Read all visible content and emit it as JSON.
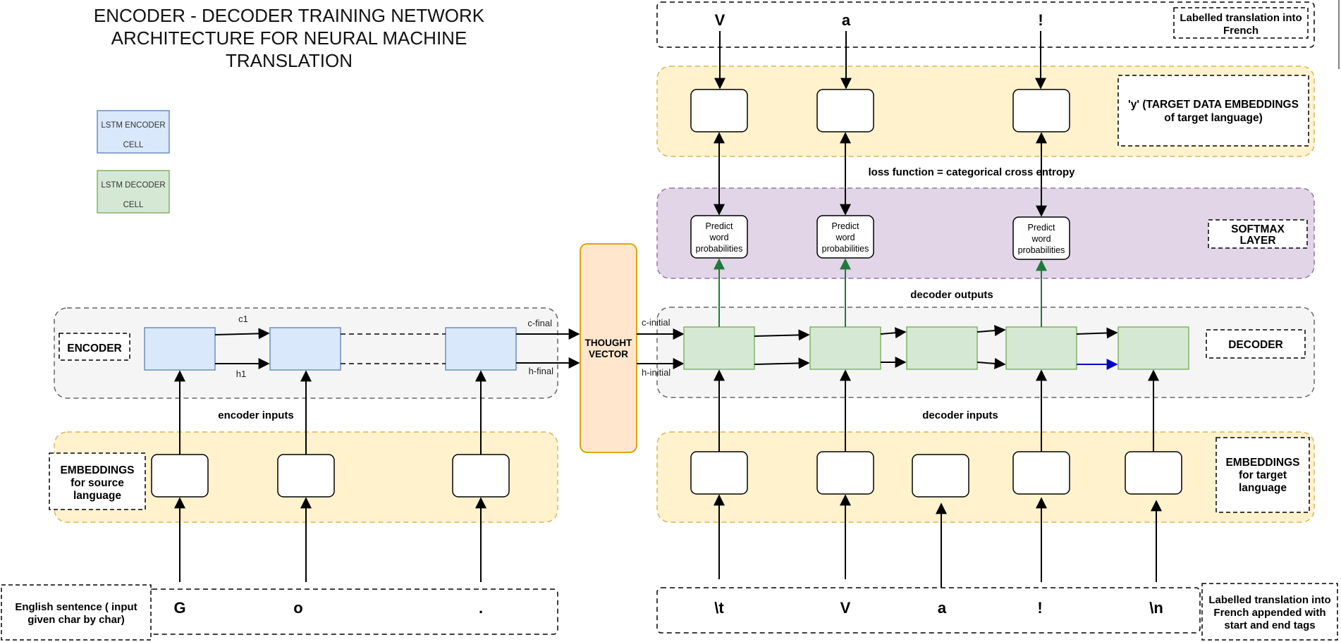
{
  "title": {
    "line1": "ENCODER - DECODER TRAINING NETWORK",
    "line2": "ARCHITECTURE FOR NEURAL MACHINE",
    "line3": "TRANSLATION"
  },
  "legend": {
    "encoder_cell": {
      "line1": "LSTM ENCODER",
      "line2": "CELL",
      "fill": "#dae8fc",
      "stroke": "#6c8ebf"
    },
    "decoder_cell": {
      "line1": "LSTM DECODER",
      "line2": "CELL",
      "fill": "#d5e8d4",
      "stroke": "#82b366"
    }
  },
  "encoder": {
    "label": "ENCODER",
    "inputs_label": "encoder inputs",
    "c1": "c1",
    "h1": "h1",
    "c_final": "c-final",
    "h_final": "h-final",
    "embeddings": {
      "line1": "EMBEDDINGS",
      "line2": "for source",
      "line3": "language"
    },
    "source": {
      "line1": "English sentence ( input",
      "line2": "given char by char)"
    },
    "chars": [
      "G",
      "o",
      "."
    ]
  },
  "thought_vector": {
    "line1": "THOUGHT",
    "line2": "VECTOR",
    "fill": "#ffe6cc",
    "stroke": "#d79b00"
  },
  "decoder": {
    "label": "DECODER",
    "inputs_label": "decoder inputs",
    "outputs_label": "decoder outputs",
    "c_initial": "c-initial",
    "h_initial": "h-initial",
    "embeddings": {
      "line1": "EMBEDDINGS",
      "line2": "for target",
      "line3": "language"
    },
    "input_chars": [
      "\\t",
      "V",
      "a",
      "!",
      "\\n"
    ],
    "input_caption": {
      "line1": "Labelled translation into",
      "line2": "French appended with",
      "line3": "start and end tags"
    }
  },
  "softmax": {
    "label_line1": "SOFTMAX",
    "label_line2": "LAYER",
    "predict": {
      "line1": "Predict",
      "line2": "word",
      "line3": "probabilities"
    }
  },
  "loss": "loss function = categorical cross entropy",
  "target": {
    "label_line1": "'y' (TARGET DATA EMBEDDINGS",
    "label_line2": "of target language)",
    "output_chars": [
      "V",
      "a",
      "!"
    ],
    "caption_line1": "Labelled translation into",
    "caption_line2": "French"
  },
  "colors": {
    "embedding_band": "#fff2cc",
    "embedding_band_stroke": "#d6b656",
    "gray_band": "#f5f5f5",
    "gray_band_stroke": "#666666",
    "softmax_band": "#e1d5e7",
    "softmax_band_stroke": "#9673a6",
    "green_arrow": "#1e7a3c",
    "blue_arrow": "#0000cc"
  }
}
